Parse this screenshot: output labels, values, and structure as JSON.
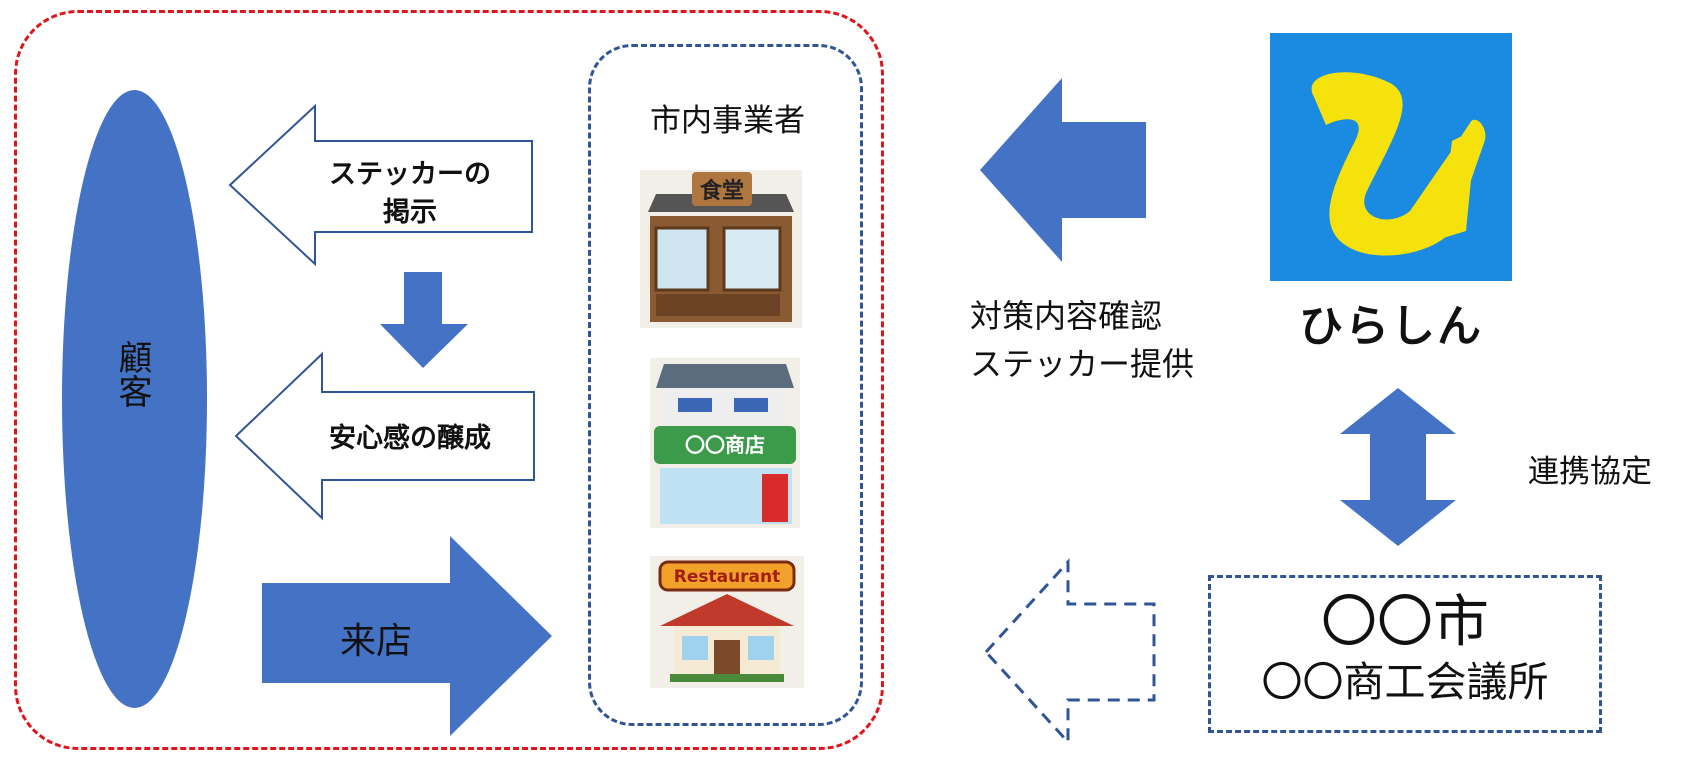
{
  "customer": {
    "label": "顧客"
  },
  "merchants": {
    "label": "市内事業者"
  },
  "flow": {
    "sticker_display": "ステッカーの\n掲示",
    "sense_of_security": "安心感の醸成",
    "visit_store": "来店"
  },
  "bank": {
    "logo_text": "ひらしん",
    "provides": "対策内容確認\nステッカー提供"
  },
  "partnership": {
    "label": "連携協定"
  },
  "city": {
    "name": "〇〇市",
    "chamber": "〇〇商工会議所"
  },
  "shops": [
    {
      "sign": "食堂"
    },
    {
      "sign": "〇〇商店"
    },
    {
      "sign": "Restaurant"
    }
  ],
  "colors": {
    "frame_red": "#e0151b",
    "frame_blue": "#2f5597",
    "arrow_blue": "#4472c4",
    "logo_bg": "#1a8be0",
    "logo_yellow": "#f5e20c"
  }
}
